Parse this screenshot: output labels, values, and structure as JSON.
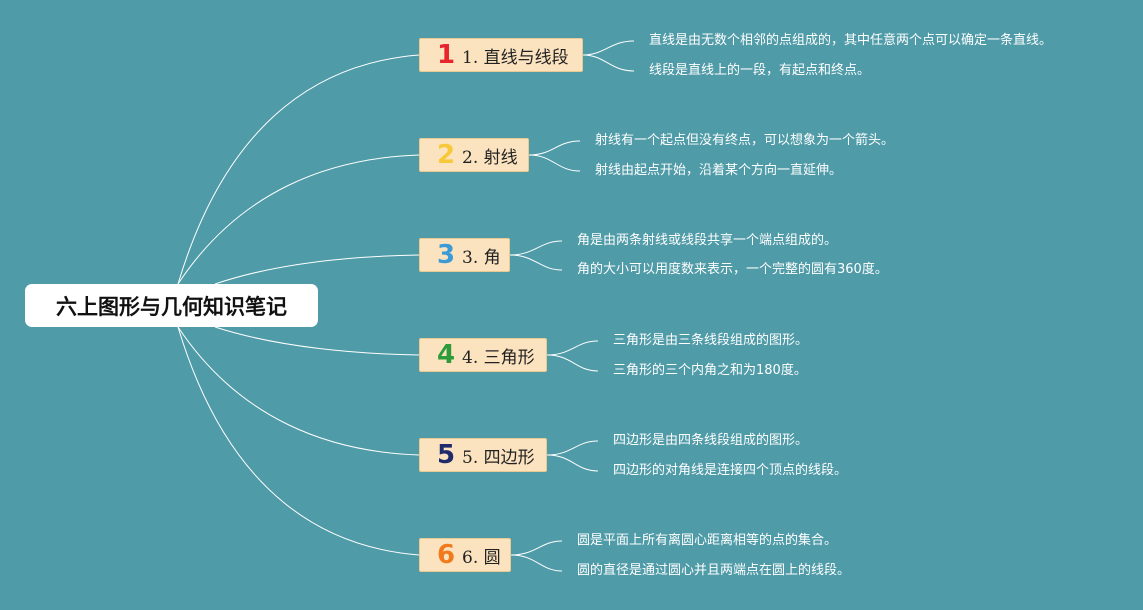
{
  "root": {
    "title": "六上图形与几何知识笔记"
  },
  "branches": [
    {
      "number": "1",
      "label": "1. 直线与线段",
      "number_color": "#e8242c",
      "notes": [
        "直线是由无数个相邻的点组成的，其中任意两个点可以确定一条直线。",
        "线段是直线上的一段，有起点和终点。"
      ]
    },
    {
      "number": "2",
      "label": "2. 射线",
      "number_color": "#f7c93a",
      "notes": [
        "射线有一个起点但没有终点，可以想象为一个箭头。",
        "射线由起点开始，沿着某个方向一直延伸。"
      ]
    },
    {
      "number": "3",
      "label": "3. 角",
      "number_color": "#3a9bd6",
      "notes": [
        "角是由两条射线或线段共享一个端点组成的。",
        "角的大小可以用度数来表示，一个完整的圆有360度。"
      ]
    },
    {
      "number": "4",
      "label": "4. 三角形",
      "number_color": "#2e9b3a",
      "notes": [
        "三角形是由三条线段组成的图形。",
        "三角形的三个内角之和为180度。"
      ]
    },
    {
      "number": "5",
      "label": "5. 四边形",
      "number_color": "#1f2b6b",
      "notes": [
        "四边形是由四条线段组成的图形。",
        "四边形的对角线是连接四个顶点的线段。"
      ]
    },
    {
      "number": "6",
      "label": "6. 圆",
      "number_color": "#f07a1c",
      "notes": [
        "圆是平面上所有离圆心距离相等的点的集合。",
        "圆的直径是通过圆心并且两端点在圆上的线段。"
      ]
    }
  ]
}
